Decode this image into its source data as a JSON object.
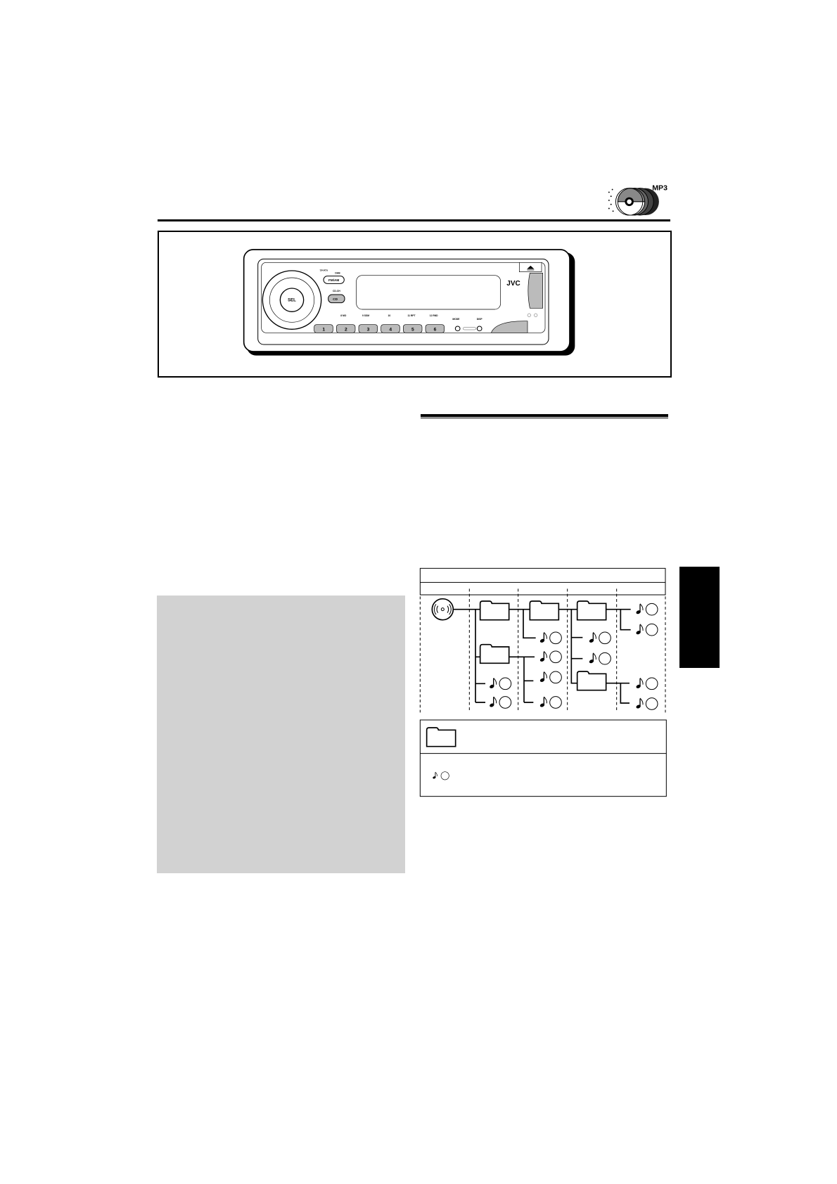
{
  "header": {
    "icon": "mp3-disc-icon",
    "icon_label": "MP3"
  },
  "stereo": {
    "brand": "JVC",
    "buttons": {
      "fmam": "FM/AM",
      "cd": "CD",
      "sel": "SEL",
      "dab": "DAB",
      "cdch": "CD-CH",
      "tp_pty": "TP PTY",
      "presets": [
        "1",
        "2",
        "3",
        "4",
        "5",
        "6"
      ],
      "preset_labels": [
        "8 MO",
        "9 SSM",
        "10",
        "11 RPT",
        "12 RND"
      ],
      "mode": "MODE",
      "disp": "DISP"
    }
  },
  "colors": {
    "gray_box": "#d2d2d2",
    "tab": "#000000"
  }
}
